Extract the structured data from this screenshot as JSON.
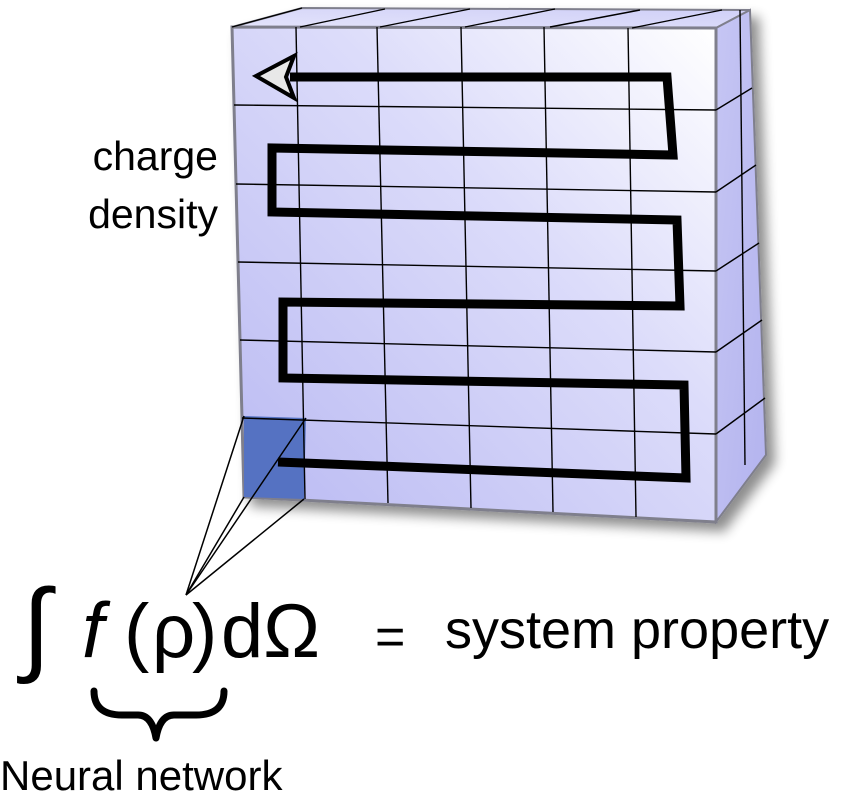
{
  "labels": {
    "charge_density_line1": "charge",
    "charge_density_line2": "density",
    "integral_sign": "∫",
    "function_f": "f",
    "paren_open": "(",
    "rho": "ρ",
    "paren_close": ")",
    "d_omega": "dΩ",
    "equals": "=",
    "system_property": "system property",
    "neural_network": "Neural network"
  },
  "grid": {
    "rows": 6,
    "cols": 6,
    "highlighted_cell": {
      "row": 6,
      "col": 1
    }
  },
  "colors": {
    "cube_front_light": "#ffffff",
    "cube_front_mid": "#dcdcfa",
    "cube_front_dark": "#b9b9f2",
    "cube_edge": "#7f7f8c",
    "highlight_cell": "#5572c2",
    "path_stroke": "#000000",
    "arrow_fill": "#e8e8e8"
  }
}
